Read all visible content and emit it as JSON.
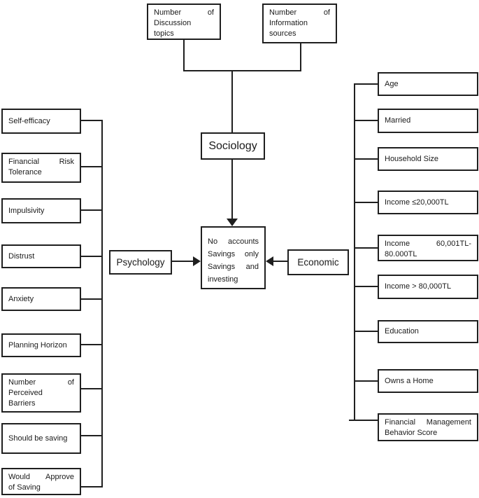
{
  "colors": {
    "line": "#1f1f1f",
    "background": "#ffffff"
  },
  "diagram": {
    "top": [
      {
        "lines": [
          "Number of",
          "Discussion",
          "topics"
        ]
      },
      {
        "lines": [
          "Number of",
          "Information",
          "sources"
        ]
      }
    ],
    "categories": {
      "sociology": "Sociology",
      "psychology": "Psychology",
      "economic": "Economic"
    },
    "central": {
      "lines": [
        "No accounts",
        "Savings only",
        "Savings and",
        "investing"
      ]
    },
    "left": [
      {
        "lines": [
          "Self-efficacy"
        ]
      },
      {
        "lines": [
          "Financial Risk",
          "Tolerance"
        ]
      },
      {
        "lines": [
          "Impulsivity"
        ]
      },
      {
        "lines": [
          "Distrust"
        ]
      },
      {
        "lines": [
          "Anxiety"
        ]
      },
      {
        "lines": [
          "Planning Horizon"
        ]
      },
      {
        "lines": [
          "Number of",
          "Perceived",
          "Barriers"
        ]
      },
      {
        "lines": [
          "Should be saving"
        ]
      },
      {
        "lines": [
          "Would Approve",
          "of Saving"
        ]
      }
    ],
    "right": [
      {
        "lines": [
          "Age"
        ]
      },
      {
        "lines": [
          "Married"
        ]
      },
      {
        "lines": [
          "Household Size"
        ]
      },
      {
        "lines": [
          "Income ≤20,000TL"
        ]
      },
      {
        "lines": [
          "Income 60,001TL-",
          "80.000TL"
        ]
      },
      {
        "lines": [
          "Income > 80,000TL"
        ]
      },
      {
        "lines": [
          "Education"
        ]
      },
      {
        "lines": [
          "Owns a Home"
        ]
      },
      {
        "lines": [
          "Financial Management",
          "Behavior Score"
        ]
      }
    ]
  }
}
